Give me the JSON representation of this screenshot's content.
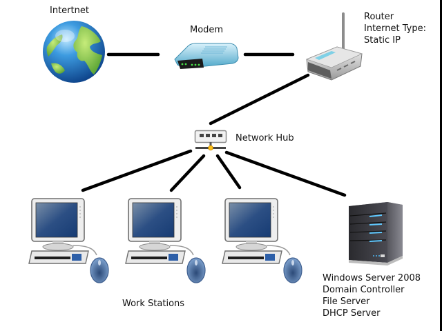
{
  "diagram": {
    "type": "network-topology",
    "nodes": {
      "internet": {
        "label": "Intertnet",
        "icon": "globe-icon"
      },
      "modem": {
        "label": "Modem",
        "icon": "modem-icon"
      },
      "router": {
        "label_lines": [
          "Router",
          "Internet Type:",
          "Static IP"
        ],
        "icon": "wireless-router-icon"
      },
      "hub": {
        "label": "Network Hub",
        "icon": "network-hub-icon"
      },
      "workstations": {
        "label": "Work Stations",
        "count": 3,
        "icon": "desktop-computer-icon"
      },
      "server": {
        "label_lines": [
          "Windows Server 2008",
          "Domain Controller",
          "File Server",
          "DHCP Server"
        ],
        "icon": "server-tower-icon"
      }
    },
    "edges": [
      {
        "from": "internet",
        "to": "modem"
      },
      {
        "from": "modem",
        "to": "router"
      },
      {
        "from": "router",
        "to": "hub"
      },
      {
        "from": "hub",
        "to": "workstation-1"
      },
      {
        "from": "hub",
        "to": "workstation-2"
      },
      {
        "from": "hub",
        "to": "workstation-3"
      },
      {
        "from": "hub",
        "to": "server"
      }
    ]
  }
}
